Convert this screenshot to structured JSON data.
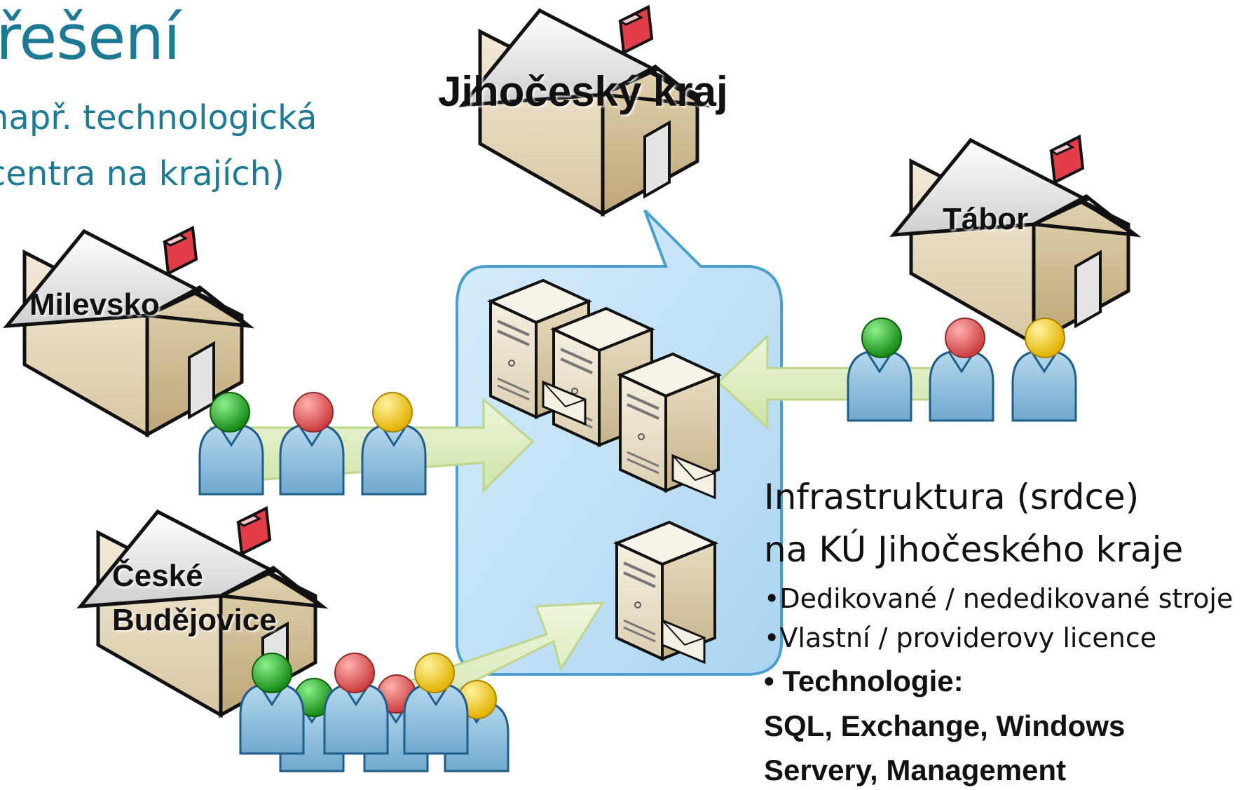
{
  "header": {
    "title": "řešení",
    "subtitle_line1": "např. technologická",
    "subtitle_line2": "centra na krajích)"
  },
  "places": {
    "center": "Jihočeský kraj",
    "tabor": "Tábor",
    "milevsko": "Milevsko",
    "budejovice_line1": "České",
    "budejovice_line2": "Budějovice"
  },
  "infrastructure": {
    "heading_line1": "Infrastruktura (srdce)",
    "heading_line2": "na KÚ Jihočeského kraje",
    "bullet1": "•Dedikované  / nededikované stroje",
    "bullet2": "•Vlastní / providerovy licence",
    "bullet3": "• Technologie:",
    "tech_line1": "SQL, Exchange, Windows",
    "tech_line2": "Servery, Management"
  },
  "colors": {
    "title": "#1d7a94",
    "callout": "#9fd0ee",
    "arrow": "#d8ebb5",
    "person_body": "#8fbfdc",
    "head_green": "#1fa31f",
    "head_red": "#e05a5a",
    "head_yellow": "#f2c81a"
  }
}
